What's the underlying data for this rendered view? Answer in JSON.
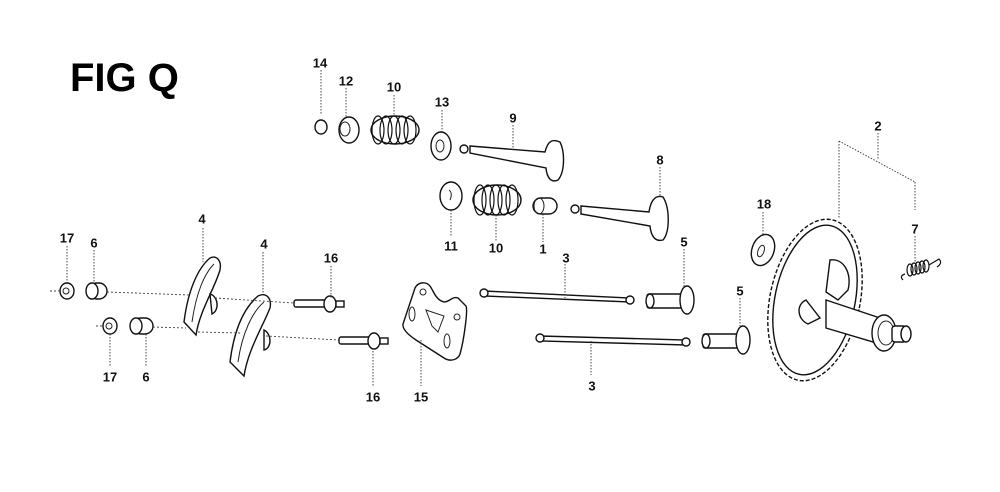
{
  "figure": {
    "title": "FIG Q"
  },
  "callouts": [
    {
      "id": "c14",
      "label": "14",
      "part": "valve-cotter"
    },
    {
      "id": "c12",
      "label": "12",
      "part": "spring-retainer"
    },
    {
      "id": "c10a",
      "label": "10",
      "part": "valve-spring"
    },
    {
      "id": "c13",
      "label": "13",
      "part": "valve-stem-seal"
    },
    {
      "id": "c9",
      "label": "9",
      "part": "intake-valve"
    },
    {
      "id": "c8",
      "label": "8",
      "part": "exhaust-valve"
    },
    {
      "id": "c11",
      "label": "11",
      "part": "exhaust-spring-retainer"
    },
    {
      "id": "c10b",
      "label": "10",
      "part": "valve-spring"
    },
    {
      "id": "c1",
      "label": "1",
      "part": "valve-rotator"
    },
    {
      "id": "c2",
      "label": "2",
      "part": "camshaft-assembly"
    },
    {
      "id": "c7",
      "label": "7",
      "part": "decompressor-spring"
    },
    {
      "id": "c18",
      "label": "18",
      "part": "washer"
    },
    {
      "id": "c5a",
      "label": "5",
      "part": "valve-lifter"
    },
    {
      "id": "c5b",
      "label": "5",
      "part": "valve-lifter"
    },
    {
      "id": "c3a",
      "label": "3",
      "part": "push-rod"
    },
    {
      "id": "c3b",
      "label": "3",
      "part": "push-rod"
    },
    {
      "id": "c4a",
      "label": "4",
      "part": "rocker-arm"
    },
    {
      "id": "c4b",
      "label": "4",
      "part": "rocker-arm"
    },
    {
      "id": "c16a",
      "label": "16",
      "part": "pivot-bolt"
    },
    {
      "id": "c16b",
      "label": "16",
      "part": "pivot-bolt"
    },
    {
      "id": "c15",
      "label": "15",
      "part": "push-rod-guide-plate"
    },
    {
      "id": "c17a",
      "label": "17",
      "part": "lock-nut"
    },
    {
      "id": "c17b",
      "label": "17",
      "part": "lock-nut"
    },
    {
      "id": "c6a",
      "label": "6",
      "part": "valve-adjusting-nut"
    },
    {
      "id": "c6b",
      "label": "6",
      "part": "valve-adjusting-nut"
    }
  ]
}
